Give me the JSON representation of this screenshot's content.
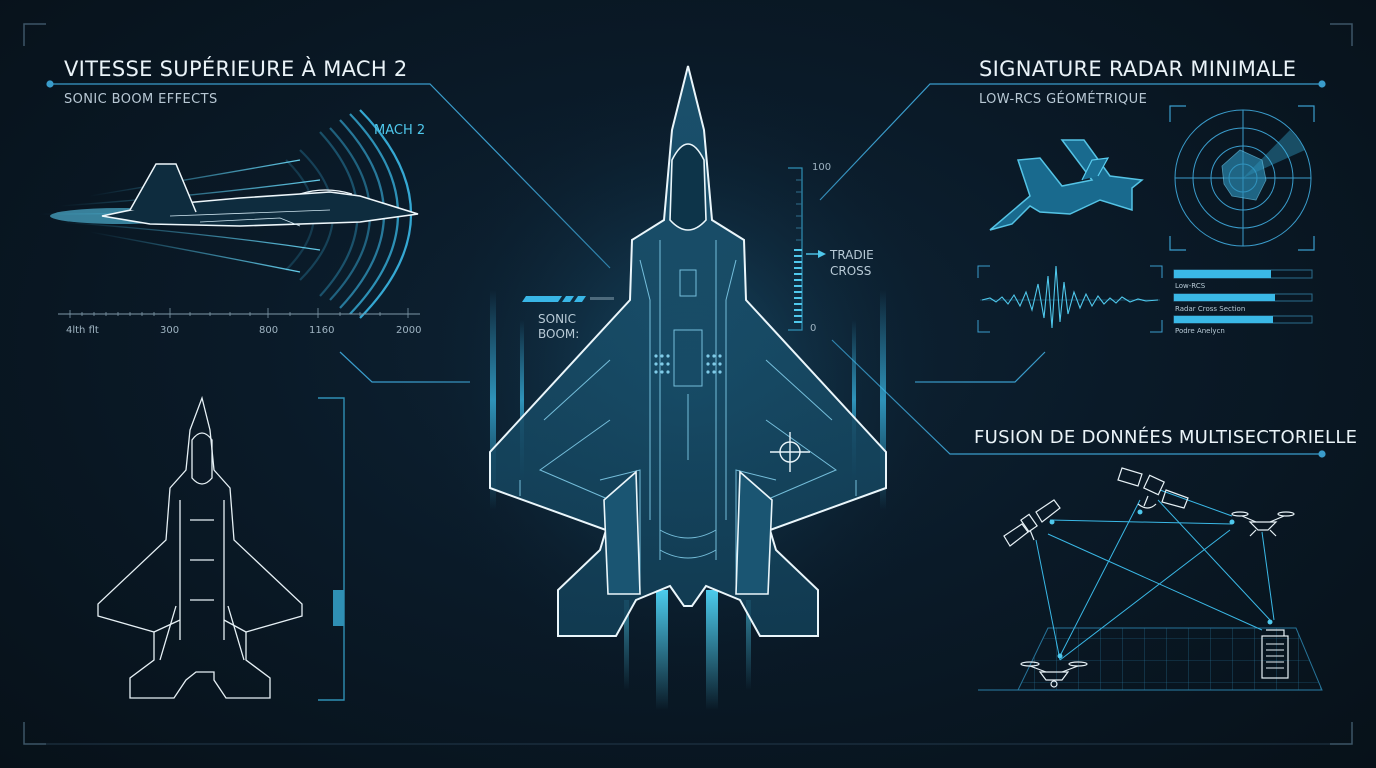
{
  "speed_panel": {
    "title": "VITESSE SUPÉRIEURE À MACH 2",
    "subtitle": "SONIC BOOM EFFECTS",
    "mach_label": "MACH 2",
    "axis_ticks": [
      "4lth flt",
      "300",
      "800",
      "1160",
      "2000"
    ]
  },
  "center_panel": {
    "sonic_label_1": "SONIC",
    "sonic_label_2": "BOOM:",
    "gauge_max": "100",
    "gauge_min": "0",
    "gauge_label_1": "TRADIE",
    "gauge_label_2": "CROSS"
  },
  "radar_panel": {
    "title": "SIGNATURE RADAR MINIMALE",
    "subtitle": "LOW-RCS GÉOMÉTRIQUE",
    "bars": [
      {
        "label": "Low-RCS",
        "level": 0.7
      },
      {
        "label": "Radar Cross Section",
        "level": 0.73
      },
      {
        "label": "Podre Anelycn",
        "level": 0.72
      }
    ]
  },
  "fusion_panel": {
    "title": "FUSION DE DONNÉES MULTISECTORIELLE"
  },
  "colors": {
    "accent": "#4fc8ec",
    "line": "#2f8fb4",
    "outline": "#e8f4fa",
    "background": "#081420"
  },
  "icons": [
    "jet-side-icon",
    "jet-top-icon",
    "satellite-icon",
    "drone-icon",
    "building-icon",
    "radar-scope-icon",
    "crosshair-icon"
  ]
}
